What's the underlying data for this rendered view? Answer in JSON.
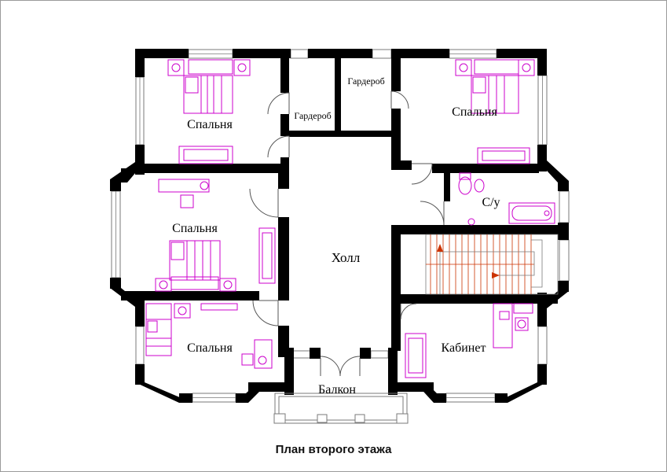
{
  "plan_title": "План второго этажа",
  "rooms": {
    "bedroom_top_left": "Спальня",
    "wardrobe_left": "Гардероб",
    "wardrobe_right": "Гардероб",
    "bedroom_top_right": "Спальня",
    "bedroom_mid_left": "Спальня",
    "bathroom": "С/у",
    "hall": "Холл",
    "bedroom_bottom_left": "Спальня",
    "study": "Кабинет",
    "balcony": "Балкон"
  },
  "colors": {
    "wall": "#000000",
    "furniture": "#cc00cc",
    "window": "#7a7a7a",
    "door": "#555555",
    "background": "#ffffff"
  }
}
